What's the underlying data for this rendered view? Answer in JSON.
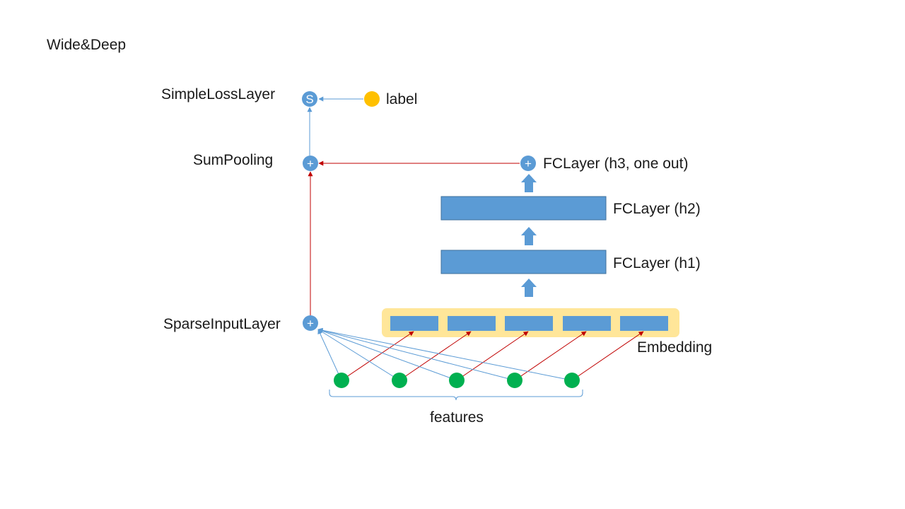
{
  "title": "Wide&Deep",
  "labels": {
    "simple_loss": "SimpleLossLayer",
    "label": "label",
    "sum_pooling": "SumPooling",
    "fc_h3": "FCLayer (h3, one out)",
    "fc_h2": "FCLayer (h2)",
    "fc_h1": "FCLayer (h1)",
    "sparse_input": "SparseInputLayer",
    "embedding": "Embedding",
    "features": "features"
  },
  "node_symbols": {
    "loss": "S",
    "plus": "+"
  },
  "colors": {
    "blue_node": "#5b9bd5",
    "label_node": "#ffc000",
    "feature_node": "#00b050",
    "embedding_bg": "#ffe699",
    "red_arrow": "#c00000",
    "blue_arrow": "#5b9bd5"
  },
  "feature_count": 5,
  "embedding_cells": 5
}
